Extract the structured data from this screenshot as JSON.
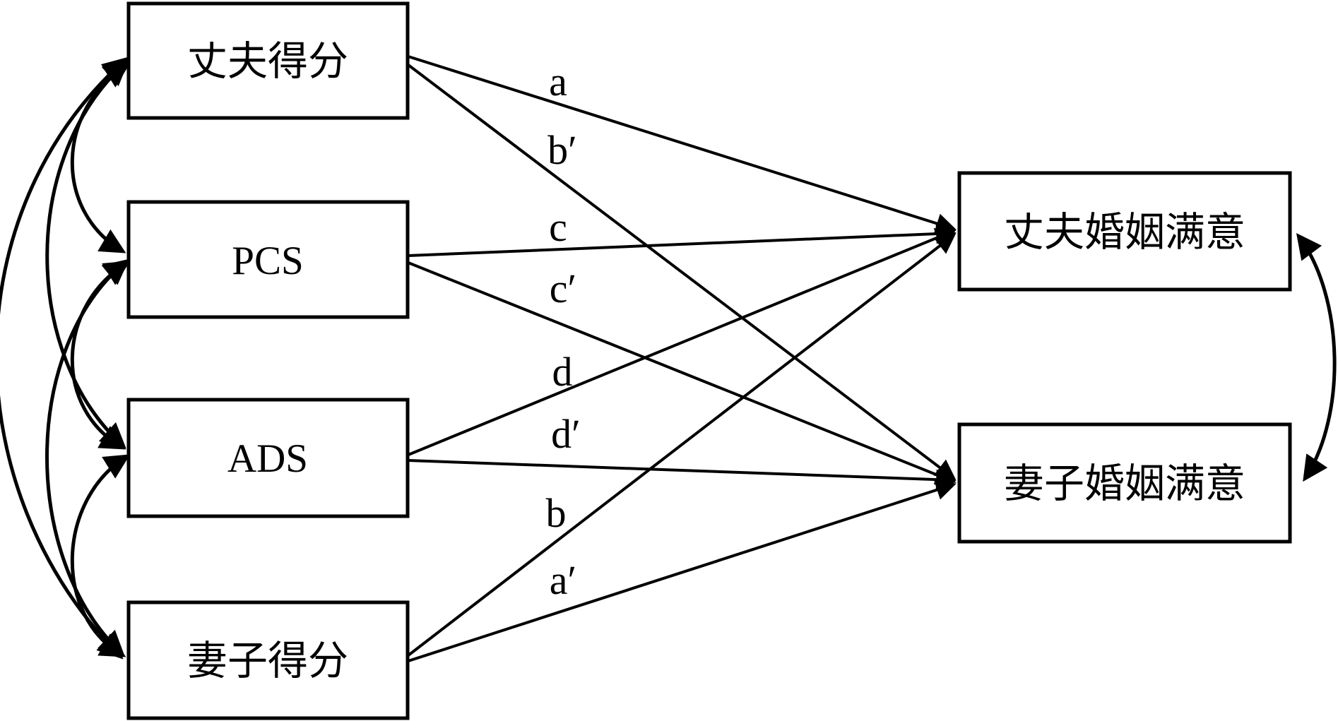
{
  "figure": {
    "background": "#ffffff",
    "stroke_color": "#000000",
    "left_nodes": [
      {
        "id": "husband-score",
        "label": "丈夫得分"
      },
      {
        "id": "pcs",
        "label": "PCS"
      },
      {
        "id": "ads",
        "label": "ADS"
      },
      {
        "id": "wife-score",
        "label": "妻子得分"
      }
    ],
    "right_nodes": [
      {
        "id": "husband-marital-satisfaction",
        "label": "丈夫婚姻满意"
      },
      {
        "id": "wife-marital-satisfaction",
        "label": "妻子婚姻满意"
      }
    ],
    "path_labels": [
      {
        "id": "a",
        "label": "a"
      },
      {
        "id": "b-prime",
        "label": "b′"
      },
      {
        "id": "c",
        "label": "c"
      },
      {
        "id": "c-prime",
        "label": "c′"
      },
      {
        "id": "d",
        "label": "d"
      },
      {
        "id": "d-prime",
        "label": "d′"
      },
      {
        "id": "b",
        "label": "b"
      },
      {
        "id": "a-prime",
        "label": "a′"
      }
    ]
  }
}
